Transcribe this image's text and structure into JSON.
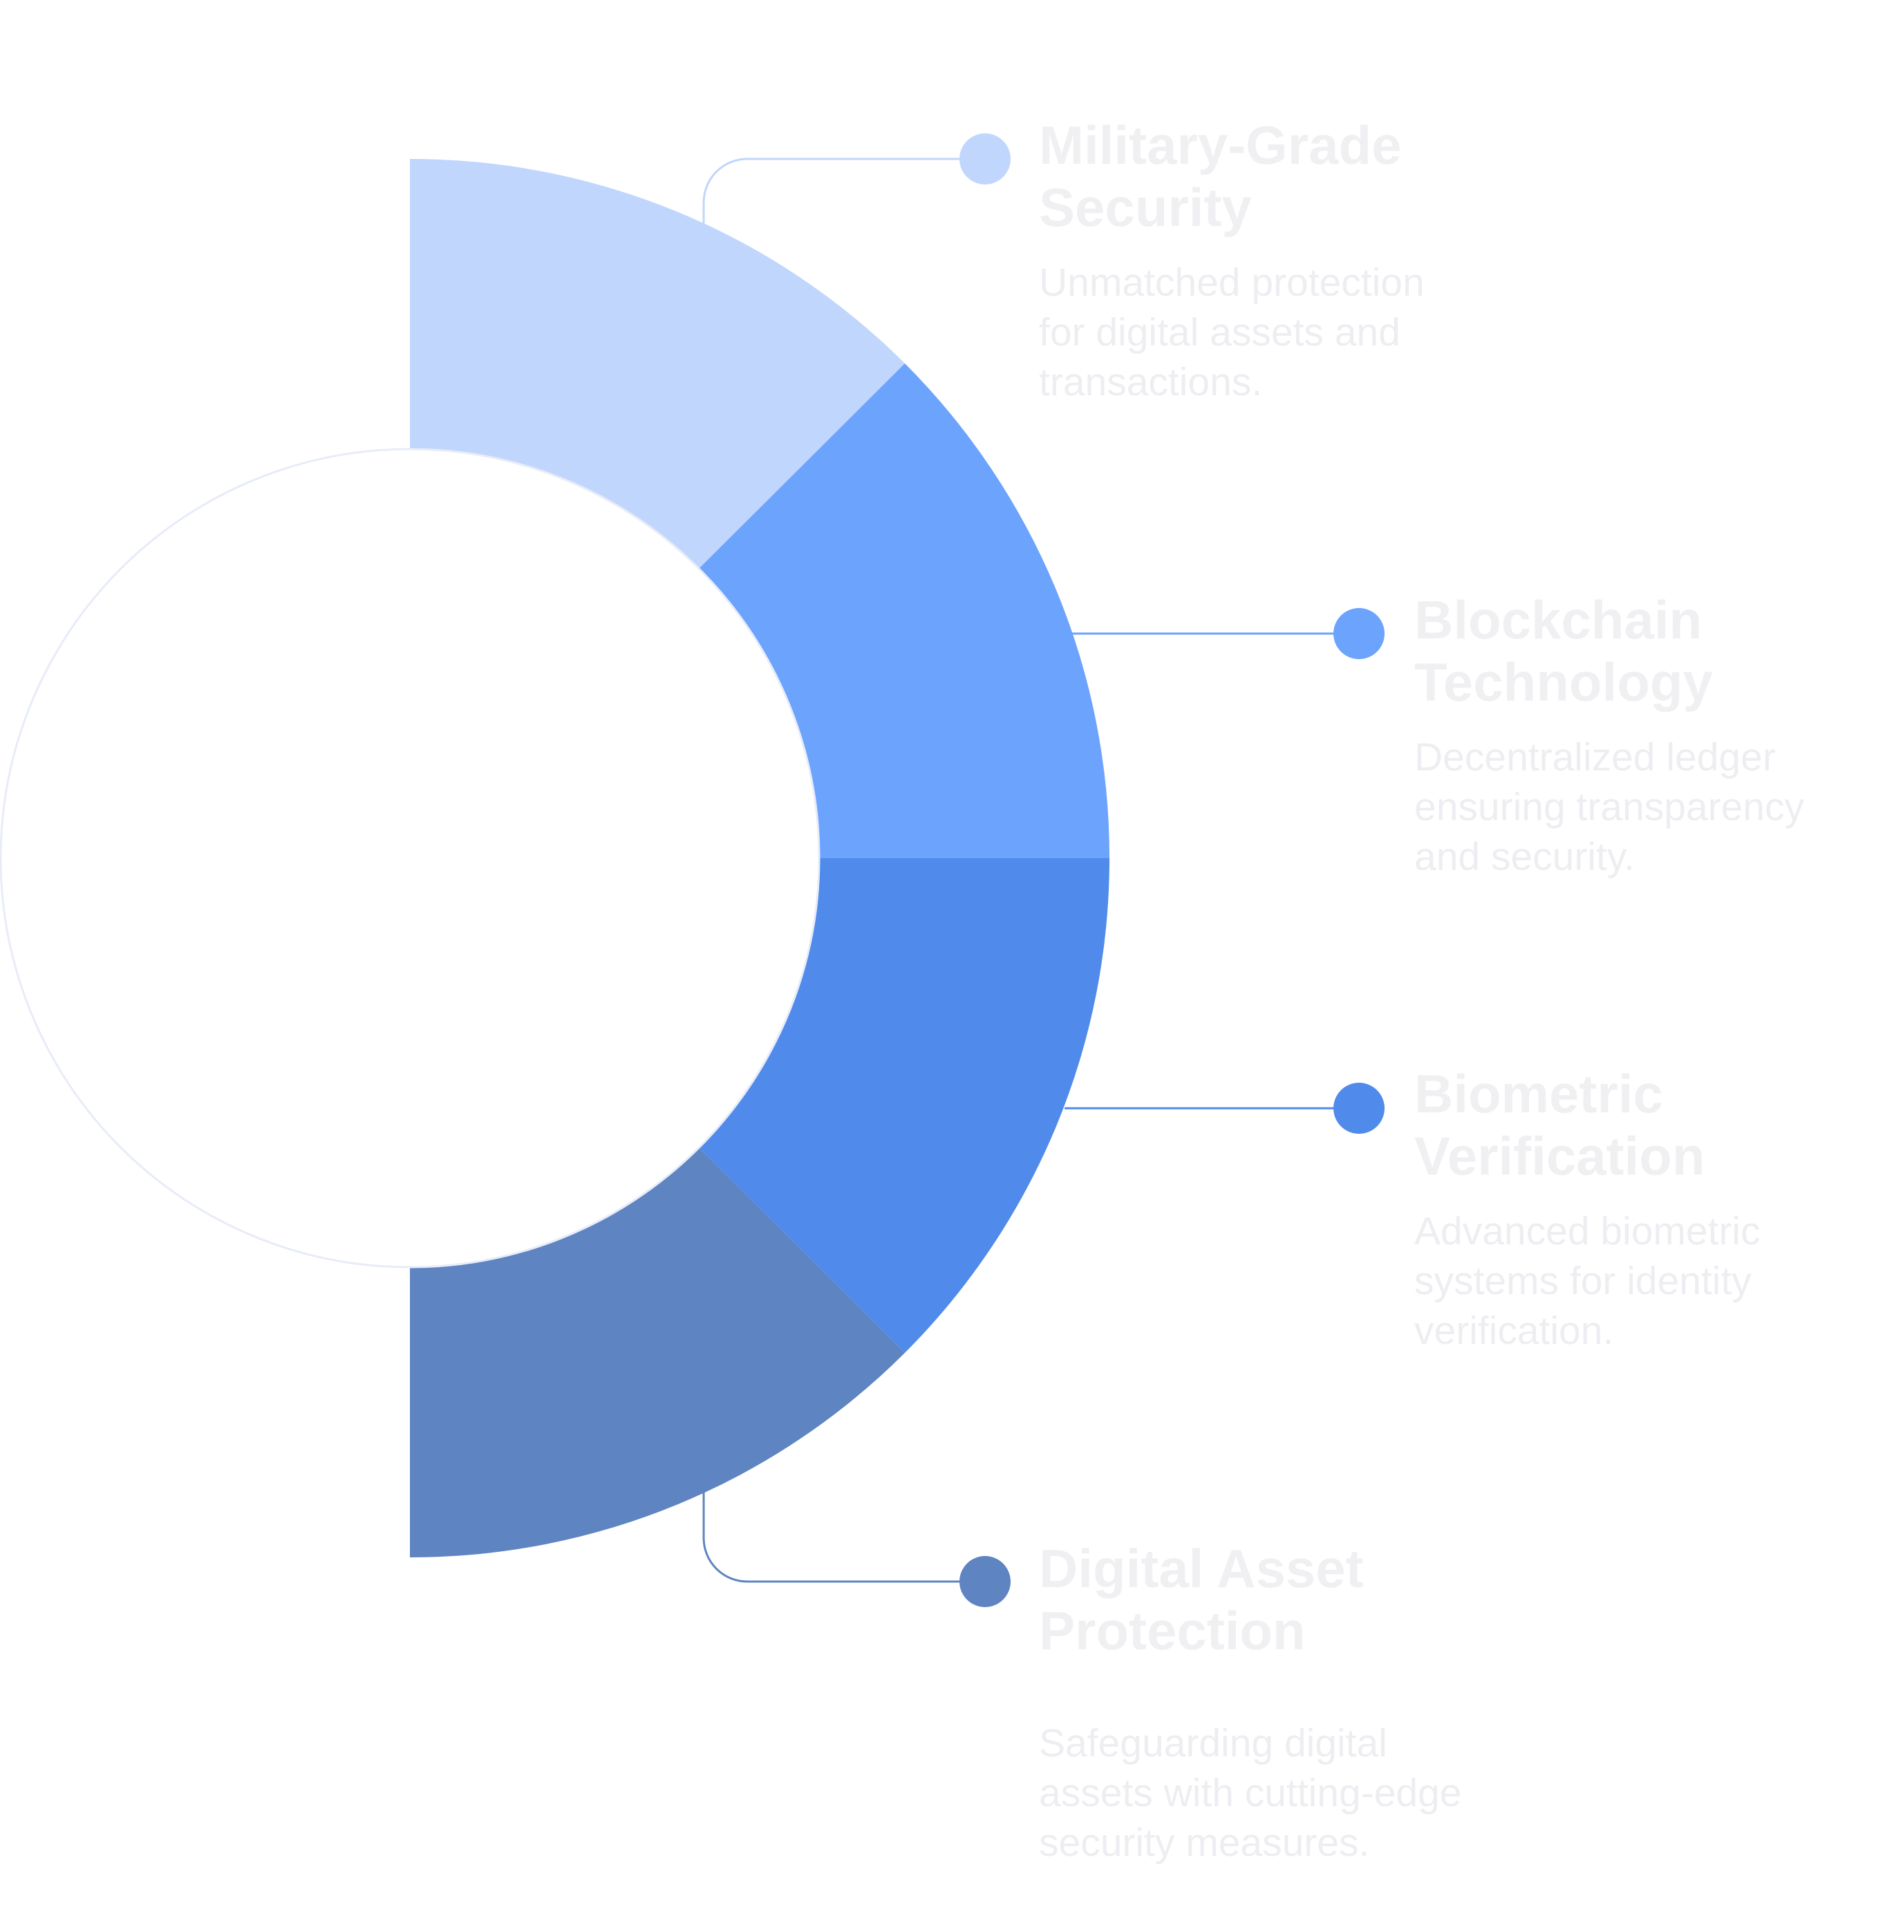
{
  "items": [
    {
      "title": "Military-Grade Security",
      "title_line1": "Military-Grade",
      "title_line2": "Security",
      "desc": "Unmatched protection for digital assets and transactions.",
      "color": "#c0d6fd"
    },
    {
      "title": "Blockchain Technology",
      "title_line1": "Blockchain",
      "title_line2": "Technology",
      "desc": "Decentralized ledger ensuring transparency and security.",
      "color": "#6ba3fd"
    },
    {
      "title": "Biometric Verification",
      "title_line1": "Biometric",
      "title_line2": "Verification",
      "desc": "Advanced biometric systems for identity verification.",
      "color": "#508beb"
    },
    {
      "title": "Digital Asset Protection",
      "title_line1": "Digital Asset",
      "title_line2": "Protection",
      "desc": "Safeguarding digital assets with cutting-edge security measures.",
      "color": "#5e84c1"
    }
  ],
  "colors": {
    "text_title": "#f0f0f3",
    "text_desc": "#eeeef2",
    "center_outline": "#e8ecf8"
  }
}
